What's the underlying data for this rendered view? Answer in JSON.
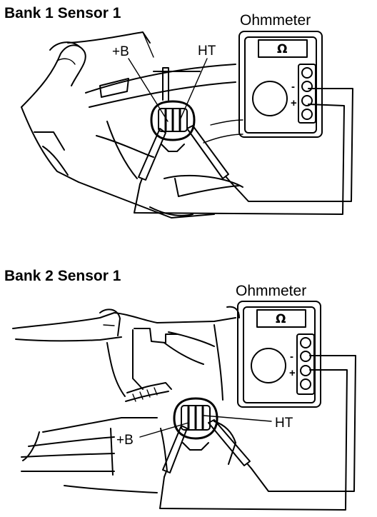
{
  "panels": [
    {
      "title": "Bank 1 Sensor 1",
      "meter_label": "Ohmmeter",
      "display_symbol": "Ω",
      "terminal_labels": {
        "power": "+B",
        "heater": "HT"
      },
      "jack_signs": {
        "negative": "-",
        "positive": "+"
      }
    },
    {
      "title": "Bank 2 Sensor 1",
      "meter_label": "Ohmmeter",
      "display_symbol": "Ω",
      "terminal_labels": {
        "power": "+B",
        "heater": "HT"
      },
      "jack_signs": {
        "negative": "-",
        "positive": "+"
      }
    }
  ],
  "colors": {
    "line": "#000000",
    "background": "#ffffff"
  }
}
